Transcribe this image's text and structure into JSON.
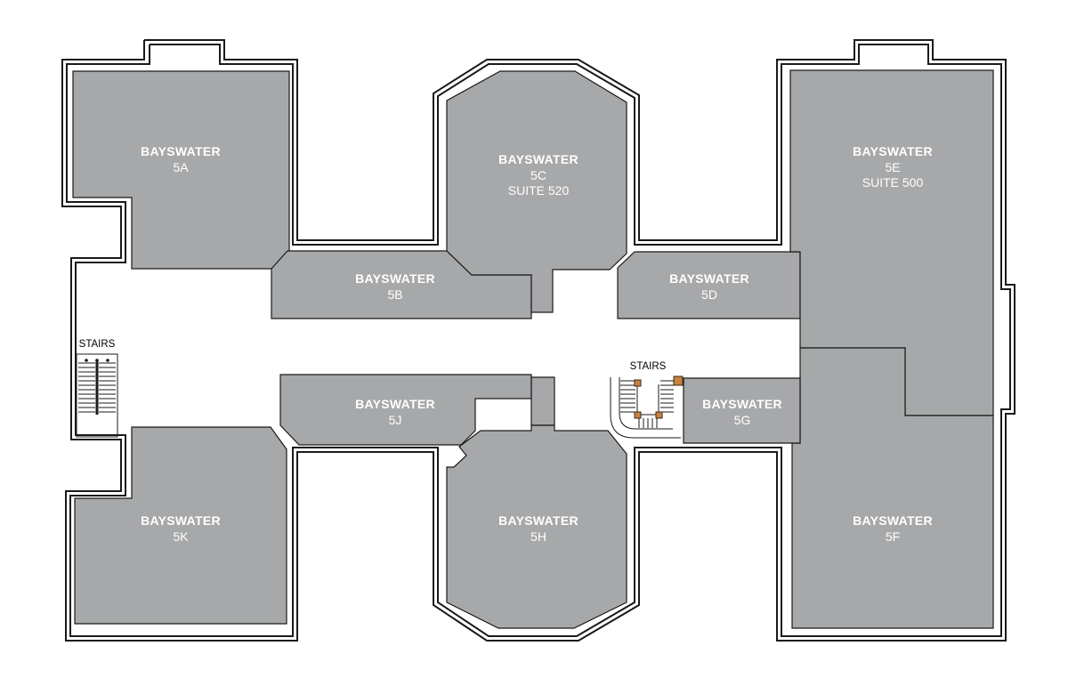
{
  "floor": {
    "label_color": "#ffffff",
    "room_fill": "#a7a8aa",
    "stair_landing_color": "#c8823a"
  },
  "stairs": {
    "west_label": "STAIRS",
    "center_label": "STAIRS"
  },
  "units": {
    "5A": {
      "name": "BAYSWATER",
      "unit": "5A"
    },
    "5B": {
      "name": "BAYSWATER",
      "unit": "5B"
    },
    "5C": {
      "name": "BAYSWATER",
      "unit": "5C",
      "suite": "SUITE 520"
    },
    "5D": {
      "name": "BAYSWATER",
      "unit": "5D"
    },
    "5E": {
      "name": "BAYSWATER",
      "unit": "5E",
      "suite": "SUITE 500"
    },
    "5F": {
      "name": "BAYSWATER",
      "unit": "5F"
    },
    "5G": {
      "name": "BAYSWATER",
      "unit": "5G"
    },
    "5H": {
      "name": "BAYSWATER",
      "unit": "5H"
    },
    "5J": {
      "name": "BAYSWATER",
      "unit": "5J"
    },
    "5K": {
      "name": "BAYSWATER",
      "unit": "5K"
    }
  }
}
